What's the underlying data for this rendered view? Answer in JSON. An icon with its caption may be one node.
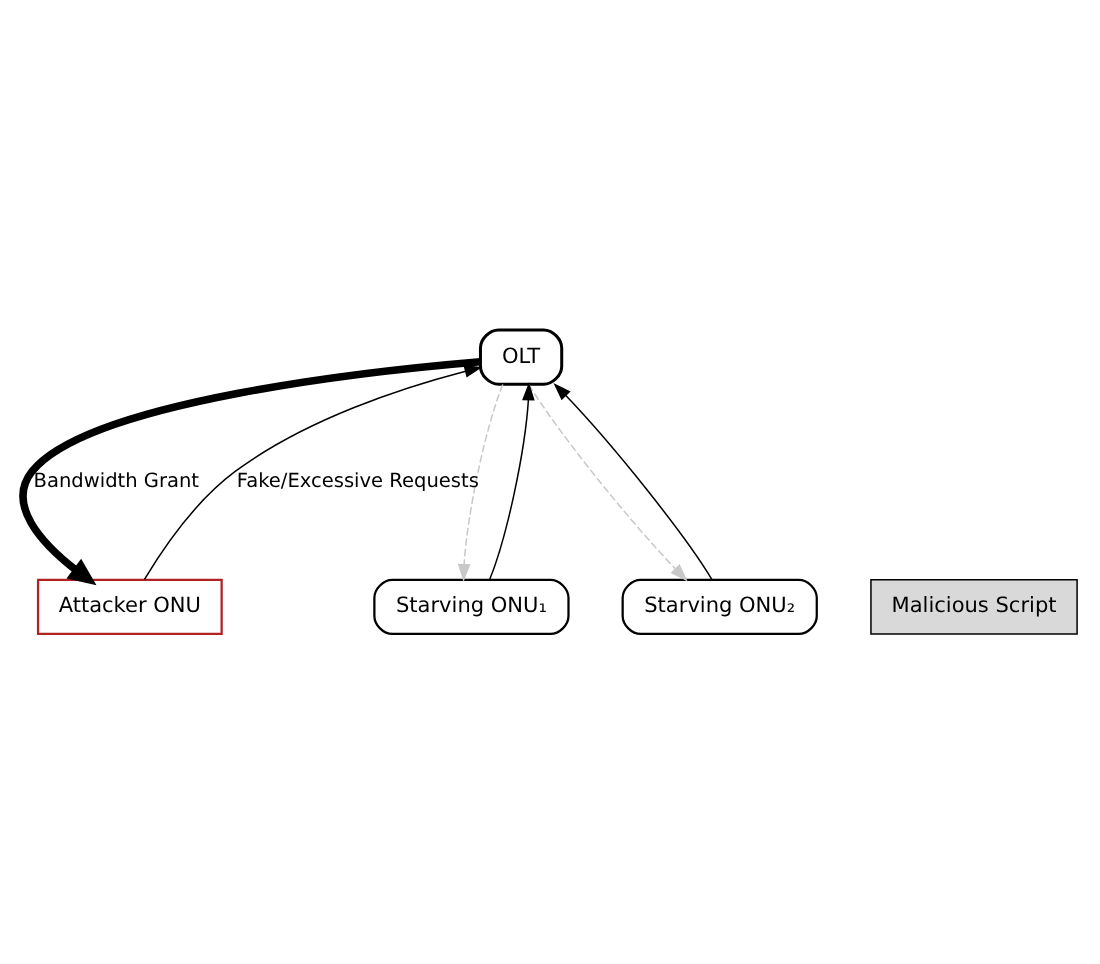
{
  "diagram": {
    "nodes": [
      {
        "text": [
          "OLT"
        ]
      },
      {
        "text": [
          "Attacker ONU"
        ]
      },
      {
        "text": [
          "Malicious Script"
        ]
      },
      {
        "text": [
          "Starving ONU₁"
        ]
      },
      {
        "text": [
          "Starving ONU₂"
        ]
      }
    ],
    "edges": [
      {
        "from": 1,
        "to": 0,
        "arrow": "to",
        "label": "Fake/Excessive Requests"
      },
      {
        "from": 0,
        "to": 1,
        "arrow": "to",
        "label": "Bandwidth Grant",
        "style": "thick"
      },
      {
        "from": 3,
        "to": 0,
        "arrow": "to"
      },
      {
        "from": 0,
        "to": 3,
        "arrow": "to",
        "style": "dashed",
        "color": "#c8c8c8"
      },
      {
        "from": 4,
        "to": 0,
        "arrow": "to"
      },
      {
        "from": 0,
        "to": 4,
        "arrow": "to",
        "style": "dashed",
        "color": "#c8c8c8"
      }
    ]
  }
}
